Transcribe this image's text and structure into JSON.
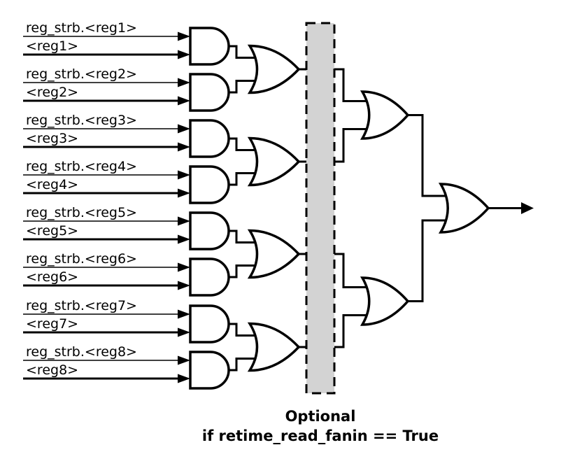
{
  "caption": {
    "line1": "Optional",
    "line2": "if retime_read_fanin == True"
  },
  "colors": {
    "wire": "#000000",
    "gate_fill": "#ffffff",
    "optional_fill": "#d3d3d3",
    "background": "#ffffff"
  },
  "inputs": [
    {
      "strb": "reg_strb.<reg1>",
      "reg": "<reg1>"
    },
    {
      "strb": "reg_strb.<reg2>",
      "reg": "<reg2>"
    },
    {
      "strb": "reg_strb.<reg3>",
      "reg": "<reg3>"
    },
    {
      "strb": "reg_strb.<reg4>",
      "reg": "<reg4>"
    },
    {
      "strb": "reg_strb.<reg5>",
      "reg": "<reg5>"
    },
    {
      "strb": "reg_strb.<reg6>",
      "reg": "<reg6>"
    },
    {
      "strb": "reg_strb.<reg7>",
      "reg": "<reg7>"
    },
    {
      "strb": "reg_strb.<reg8>",
      "reg": "<reg8>"
    }
  ]
}
